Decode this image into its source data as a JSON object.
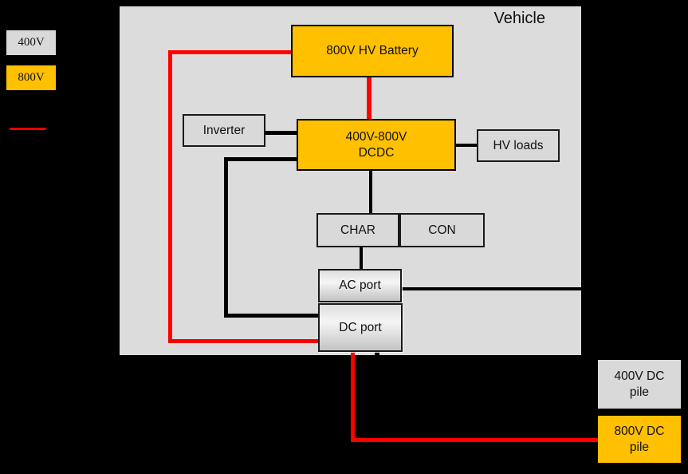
{
  "title": "Vehicle",
  "colors": {
    "background": "#000000",
    "vehicle_fill": "#DCDCDC",
    "gray_fill": "#D9D9D9",
    "orange_fill": "#FFC000",
    "red_line": "#FF0000",
    "black_line": "#000000"
  },
  "legend": {
    "items": [
      {
        "label": "400V",
        "swatch": "gray"
      },
      {
        "label": "800V",
        "swatch": "orange"
      },
      {
        "label": "",
        "swatch": "red-line"
      }
    ]
  },
  "nodes": {
    "battery": {
      "label": "800V HV Battery"
    },
    "inverter": {
      "label": "Inverter"
    },
    "dcdc": {
      "label_line1": "400V-800V",
      "label_line2": "DCDC"
    },
    "hv_loads": {
      "label": "HV loads"
    },
    "char": {
      "label": "CHAR"
    },
    "con": {
      "label": "CON"
    },
    "ac_port": {
      "label": "AC port"
    },
    "dc_port": {
      "label": "DC port"
    },
    "dc_pile_400": {
      "label_line1": "400V DC",
      "label_line2": "pile"
    },
    "dc_pile_800": {
      "label_line1": "800V DC",
      "label_line2": "pile"
    }
  }
}
